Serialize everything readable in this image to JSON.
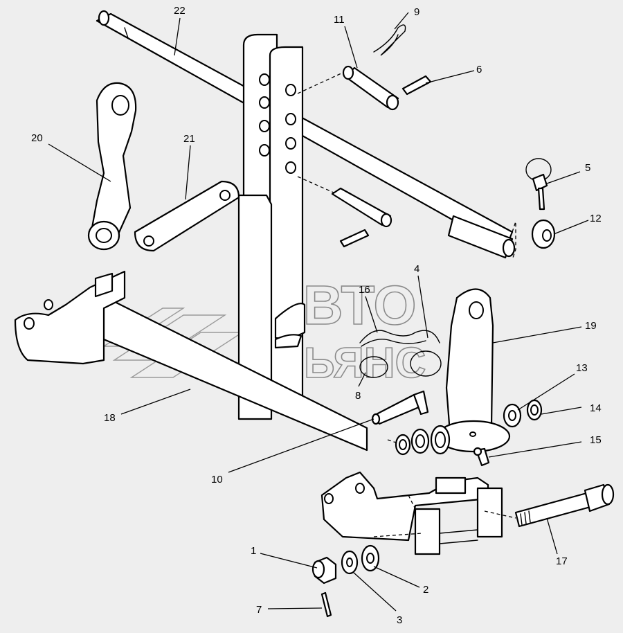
{
  "watermark": {
    "line1": "АВТО",
    "line2": "АЛЬЯНС"
  },
  "labels": {
    "p1": "1",
    "p2": "2",
    "p3": "3",
    "p4": "4",
    "p5": "5",
    "p6": "6",
    "p7": "7",
    "p8": "8",
    "p9": "9",
    "p10": "10",
    "p11": "11",
    "p12": "12",
    "p13": "13",
    "p14": "14",
    "p15": "15",
    "p16": "16",
    "p17": "17",
    "p18": "18",
    "p19": "19",
    "p20": "20",
    "p21": "21",
    "p22": "22"
  }
}
